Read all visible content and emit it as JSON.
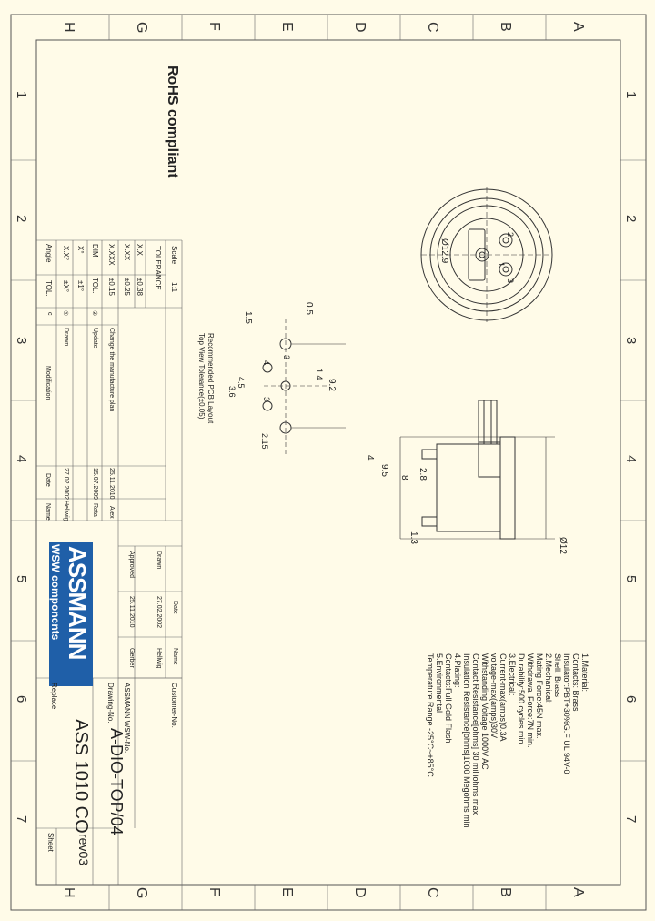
{
  "zones": {
    "letters": [
      "H",
      "G",
      "F",
      "E",
      "D",
      "C",
      "B",
      "A"
    ],
    "numbers": [
      "1",
      "2",
      "3",
      "4",
      "5",
      "6",
      "7"
    ]
  },
  "rohs": "RoHS compliant",
  "tolerance": {
    "scale_label": "Scale",
    "scale_value": "1:1",
    "header": "TOLERANCE",
    "rows": [
      {
        "dim": "X.X",
        "tol": "±0.38"
      },
      {
        "dim": "X.XX",
        "tol": "±0.25"
      },
      {
        "dim": "X.XXX",
        "tol": "±0.15"
      },
      {
        "dim": "DIM",
        "tol": "TOL."
      },
      {
        "dim": "X°",
        "tol": "±1°"
      },
      {
        "dim": "X.X°",
        "tol": "±X°"
      },
      {
        "dim": "Angle",
        "tol": "TOL."
      }
    ]
  },
  "revisions": {
    "col_c": "c",
    "col_mod": "Modification",
    "col_date": "Date",
    "col_name": "Name",
    "rows": [
      {
        "mark": "",
        "text": "Change the manufacture plan",
        "date": "25.11.2010",
        "name": "Alex"
      },
      {
        "mark": "②",
        "text": "Update",
        "date": "15.07.2009",
        "name": "Rata"
      },
      {
        "mark": "①",
        "text": "Drawn",
        "date": "27.02.2002",
        "name": "Hellwig"
      }
    ]
  },
  "logo": {
    "main": "ASSMANN",
    "sub": "WSW components"
  },
  "signatures": {
    "date_label": "Date",
    "name_label": "Name",
    "drawn_label": "Drawn",
    "drawn_date": "27.02.2002",
    "drawn_name": "Hellwig",
    "approved_label": "Approved",
    "approved_date": "25.11.2010",
    "approved_name": "Gerber"
  },
  "title_block": {
    "customer_label": "Customer-No.",
    "wsw_label": "ASSMANN WSW-No.",
    "wsw_no": "A-DIO-TOP/04",
    "drawing_label": "Drawing-No.",
    "drawing_no": "ASS 1010 CO",
    "rev": "rev03",
    "replace_label": "Replace",
    "sheet_label": "Sheet"
  },
  "notes": [
    "1.Material:",
    "   Contacts: Brass",
    "   Insulator:PBT+30%G.F UL 94V-0",
    "   Shell: Brass",
    "2.Mechanical:",
    "   Mating Force:45N max.",
    "   Withdrawal Force:7N min.",
    "   Durability:500 cycles min.",
    "3.Electrical:",
    "   Current-max(amps)0.3A",
    "   voltage-max(amps)30V",
    "   Withstanding Voltage 1000V AC",
    "   Contact Resistance[ohms] 30 milliohms max",
    "   Insulation Resistance[ohms]1000 Megohms min",
    "4.Plating:",
    "   Contacts:Full Gold Flash",
    "5.Environmental",
    "   Temperature Range -25°C~+85°C"
  ],
  "pcb_layout": {
    "caption1": "Recommended PCB Layout",
    "caption2": "Top View Tolerance(±0.05)",
    "dims": [
      "0.5",
      "1.5",
      "9.2",
      "1.4",
      "4",
      "4.5",
      "3.6",
      "3",
      "3",
      "2.15"
    ]
  },
  "front_view": {
    "diameter": "Ø12.9",
    "pins": [
      "2",
      "1",
      "3"
    ]
  },
  "side_view": {
    "dims": [
      "Ø12",
      "4",
      "9.5",
      "8",
      "2.8",
      "1.3"
    ]
  }
}
